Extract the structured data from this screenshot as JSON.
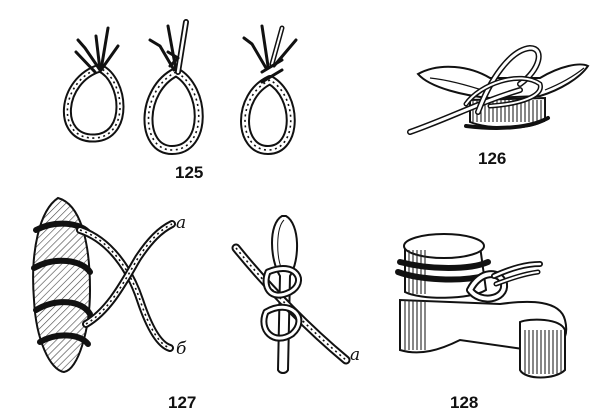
{
  "figures": {
    "fig125": {
      "label": "125"
    },
    "fig126": {
      "label": "126"
    },
    "fig127": {
      "label": "127",
      "end_a": "а",
      "end_b": "б"
    },
    "fig127b": {
      "end_a": "а"
    },
    "fig128": {
      "label": "128"
    }
  },
  "colors": {
    "ink": "#111111",
    "paper": "#ffffff"
  }
}
